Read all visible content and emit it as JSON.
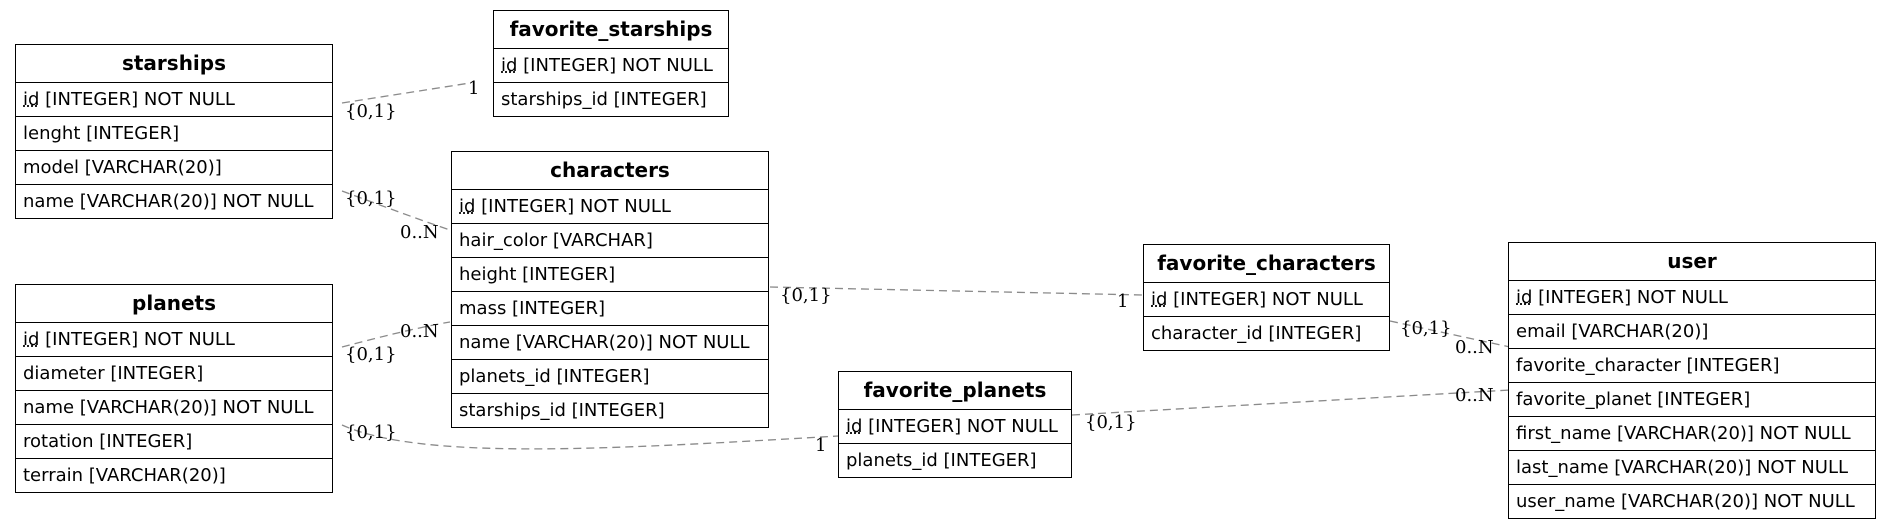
{
  "entities": {
    "favorite_starships": {
      "title": "favorite_starships",
      "attributes": [
        {
          "pk": "id",
          "rest": " [INTEGER] NOT NULL"
        },
        {
          "pk": "",
          "rest": "starships_id [INTEGER]"
        }
      ]
    },
    "starships": {
      "title": "starships",
      "attributes": [
        {
          "pk": "id",
          "rest": " [INTEGER] NOT NULL"
        },
        {
          "pk": "",
          "rest": "lenght [INTEGER]"
        },
        {
          "pk": "",
          "rest": "model [VARCHAR(20)]"
        },
        {
          "pk": "",
          "rest": "name [VARCHAR(20)] NOT NULL"
        }
      ]
    },
    "characters": {
      "title": "characters",
      "attributes": [
        {
          "pk": "id",
          "rest": " [INTEGER] NOT NULL"
        },
        {
          "pk": "",
          "rest": "hair_color [VARCHAR]"
        },
        {
          "pk": "",
          "rest": "height [INTEGER]"
        },
        {
          "pk": "",
          "rest": "mass [INTEGER]"
        },
        {
          "pk": "",
          "rest": "name [VARCHAR(20)] NOT NULL"
        },
        {
          "pk": "",
          "rest": "planets_id [INTEGER]"
        },
        {
          "pk": "",
          "rest": "starships_id [INTEGER]"
        }
      ]
    },
    "planets": {
      "title": "planets",
      "attributes": [
        {
          "pk": "id",
          "rest": " [INTEGER] NOT NULL"
        },
        {
          "pk": "",
          "rest": "diameter [INTEGER]"
        },
        {
          "pk": "",
          "rest": "name [VARCHAR(20)] NOT NULL"
        },
        {
          "pk": "",
          "rest": "rotation [INTEGER]"
        },
        {
          "pk": "",
          "rest": "terrain [VARCHAR(20)]"
        }
      ]
    },
    "favorite_characters": {
      "title": "favorite_characters",
      "attributes": [
        {
          "pk": "id",
          "rest": " [INTEGER] NOT NULL"
        },
        {
          "pk": "",
          "rest": "character_id [INTEGER]"
        }
      ]
    },
    "favorite_planets": {
      "title": "favorite_planets",
      "attributes": [
        {
          "pk": "id",
          "rest": " [INTEGER] NOT NULL"
        },
        {
          "pk": "",
          "rest": "planets_id [INTEGER]"
        }
      ]
    },
    "user": {
      "title": "user",
      "attributes": [
        {
          "pk": "id",
          "rest": " [INTEGER] NOT NULL"
        },
        {
          "pk": "",
          "rest": "email [VARCHAR(20)]"
        },
        {
          "pk": "",
          "rest": "favorite_character [INTEGER]"
        },
        {
          "pk": "",
          "rest": "favorite_planet [INTEGER]"
        },
        {
          "pk": "",
          "rest": "first_name [VARCHAR(20)] NOT NULL"
        },
        {
          "pk": "",
          "rest": "last_name [VARCHAR(20)] NOT NULL"
        },
        {
          "pk": "",
          "rest": "user_name [VARCHAR(20)] NOT NULL"
        }
      ]
    }
  },
  "relationships": [
    {
      "from": "starships",
      "to": "favorite_starships",
      "from_card": "{0,1}",
      "to_card": "1"
    },
    {
      "from": "starships",
      "to": "characters",
      "from_card": "{0,1}",
      "to_card": "0..N"
    },
    {
      "from": "planets",
      "to": "characters",
      "from_card": "{0,1}",
      "to_card": "0..N"
    },
    {
      "from": "characters",
      "to": "favorite_characters",
      "from_card": "{0,1}",
      "to_card": "1"
    },
    {
      "from": "favorite_characters",
      "to": "user",
      "from_card": "{0,1}",
      "to_card": "0..N"
    },
    {
      "from": "planets",
      "to": "favorite_planets",
      "from_card": "{0,1}",
      "to_card": "1"
    },
    {
      "from": "favorite_planets",
      "to": "user",
      "from_card": "{0,1}",
      "to_card": "0..N"
    }
  ],
  "colors": {
    "edge": "#8a8a8a",
    "border": "#000000",
    "background": "#ffffff"
  }
}
